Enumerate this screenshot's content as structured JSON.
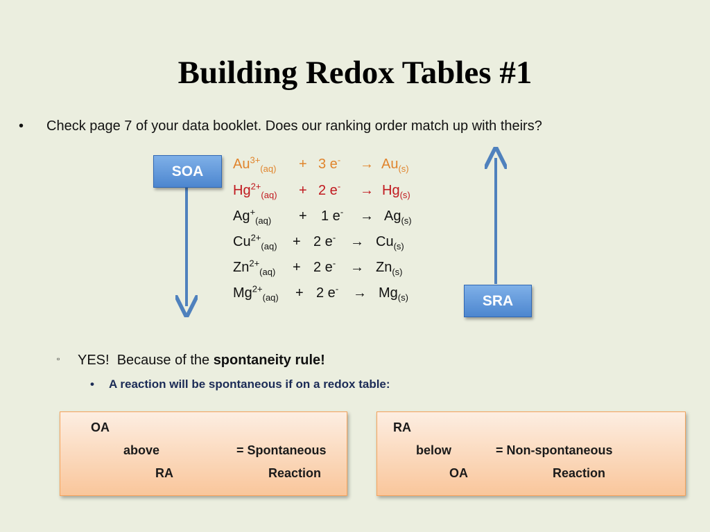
{
  "title": "Building Redox Tables #1",
  "bullet": {
    "marker": "•",
    "text": "Check page 7 of your data booklet.  Does our ranking order match up with theirs?"
  },
  "labels": {
    "soa": "SOA",
    "sra": "SRA"
  },
  "reactions": [
    {
      "ion": "Au",
      "charge": "3+",
      "state": "(aq)",
      "plus": "+",
      "electrons": "3 e",
      "e_sup": "-",
      "arrow": "→",
      "product": "Au",
      "product_state": "(s)",
      "color": "#e0842c"
    },
    {
      "ion": "Hg",
      "charge": "2+",
      "state": "(aq)",
      "plus": "+",
      "electrons": "2 e",
      "e_sup": "-",
      "arrow": "→",
      "product": "Hg",
      "product_state": "(s)",
      "color": "#c0191f"
    },
    {
      "ion": "Ag",
      "charge": "+",
      "state": "(aq)",
      "plus": "+",
      "electrons": "1 e",
      "e_sup": "-",
      "arrow": "→",
      "product": "Ag",
      "product_state": "(s)",
      "color": "#111111"
    },
    {
      "ion": "Cu",
      "charge": "2+",
      "state": "(aq)",
      "plus": "+",
      "electrons": "2 e",
      "e_sup": "-",
      "arrow": "→",
      "product": "Cu",
      "product_state": "(s)",
      "color": "#111111"
    },
    {
      "ion": "Zn",
      "charge": "2+",
      "state": "(aq)",
      "plus": "+",
      "electrons": "2 e",
      "e_sup": "-",
      "arrow": "→",
      "product": "Zn",
      "product_state": "(s)",
      "color": "#111111"
    },
    {
      "ion": "Mg",
      "charge": "2+",
      "state": "(aq)",
      "plus": "+",
      "electrons": "2 e",
      "e_sup": "-",
      "arrow": "→",
      "product": "Mg",
      "product_state": "(s)",
      "color": "#111111"
    }
  ],
  "sub_bullet": {
    "marker": "▫",
    "text_plain": "YES!  Because of the ",
    "text_bold": "spontaneity rule!"
  },
  "sub_sub_bullet": {
    "marker": "•",
    "text": "A reaction will be spontaneous if on a redox table:"
  },
  "box_left": {
    "line1": "OA",
    "line2a": "above",
    "line2b": "= Spontaneous",
    "line3a": "RA",
    "line3b": "Reaction"
  },
  "box_right": {
    "line1": "RA",
    "line2a": "below",
    "line2b": "= Non-spontaneous",
    "line3a": "OA",
    "line3b": "Reaction"
  },
  "colors": {
    "background": "#ebeedf",
    "label_blue": "#4c86cf",
    "arrow_blue": "#4f81bd",
    "box_orange": "#f9c69b",
    "orange_text": "#e0842c",
    "red_text": "#c0191f"
  }
}
